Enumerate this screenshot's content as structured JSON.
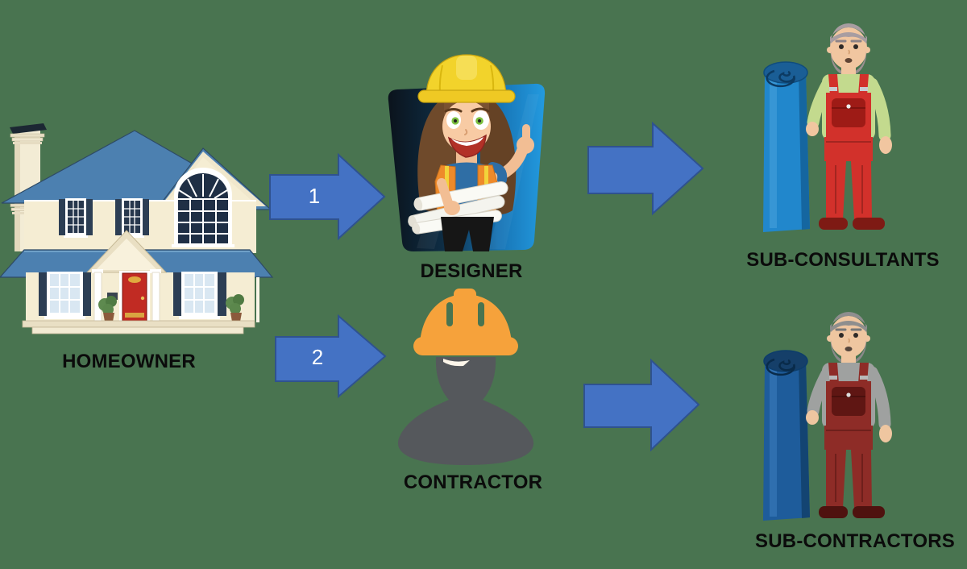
{
  "diagram": {
    "background_color": "#497450",
    "arrow_fill": "#4472C4",
    "arrow_stroke": "#2F528F",
    "label_color": "#0b0b0b",
    "nodes": {
      "homeowner": {
        "label": "HOMEOWNER"
      },
      "designer": {
        "label": "DESIGNER"
      },
      "contractor": {
        "label": "CONTRACTOR"
      },
      "sub_consultants": {
        "label": "SUB-CONSULTANTS"
      },
      "sub_contractors": {
        "label": "SUB-CONTRACTORS"
      }
    },
    "arrows": {
      "one": {
        "label": "1",
        "from": "homeowner",
        "to": "designer"
      },
      "two": {
        "label": "2",
        "from": "homeowner",
        "to": "contractor"
      },
      "designer_to_sub_consultants": {
        "label": "",
        "from": "designer",
        "to": "sub_consultants"
      },
      "contractor_to_sub_contractors": {
        "label": "",
        "from": "contractor",
        "to": "sub_contractors"
      }
    }
  }
}
